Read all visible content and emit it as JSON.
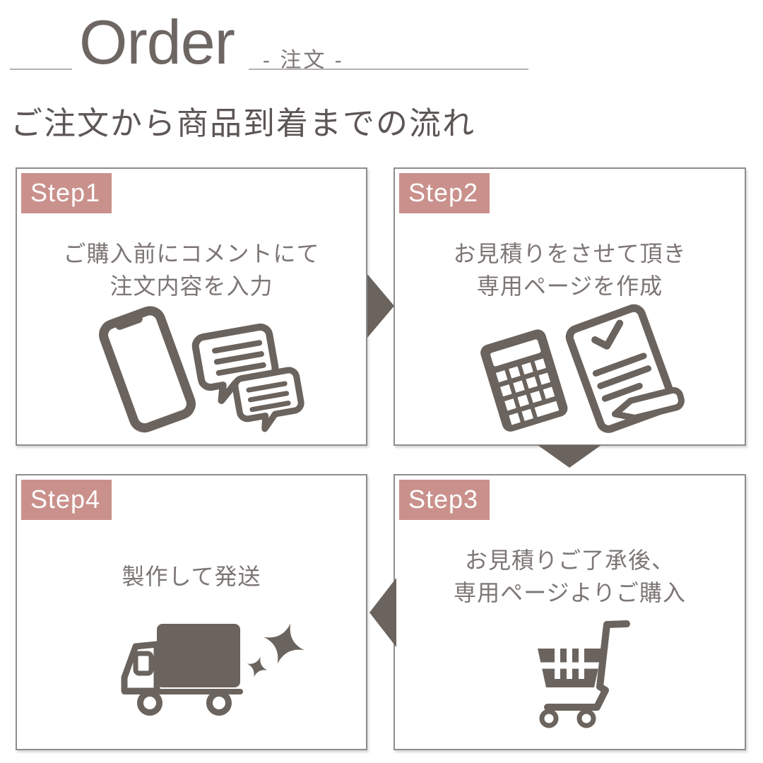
{
  "header": {
    "title": "Order",
    "subtitle_jp": "- 注文 -"
  },
  "heading": "ご注文から商品到着までの流れ",
  "steps": [
    {
      "label": "Step1",
      "lines": [
        "ご購入前にコメントにて",
        "注文内容を入力"
      ],
      "icon": "smartphone-chat-icon"
    },
    {
      "label": "Step2",
      "lines": [
        "お見積りをさせて頂き",
        "専用ページを作成"
      ],
      "icon": "calculator-document-icon"
    },
    {
      "label": "Step3",
      "lines": [
        "お見積りご了承後、",
        "専用ページよりご購入"
      ],
      "icon": "shopping-cart-icon"
    },
    {
      "label": "Step4",
      "lines": [
        "製作して発送"
      ],
      "icon": "delivery-truck-icon"
    }
  ],
  "arrows": [
    {
      "from": "Step1",
      "to": "Step2",
      "direction": "right"
    },
    {
      "from": "Step2",
      "to": "Step3",
      "direction": "down"
    },
    {
      "from": "Step3",
      "to": "Step4",
      "direction": "left"
    }
  ],
  "colors": {
    "accent_pink": "#ca918c",
    "icon_taupe": "#6b635d",
    "box_border": "#8f8c8c",
    "heading_text": "#5c5655",
    "body_text": "#7c7674",
    "title_text": "#6e6662",
    "header_rule": "#b5b2b1"
  }
}
